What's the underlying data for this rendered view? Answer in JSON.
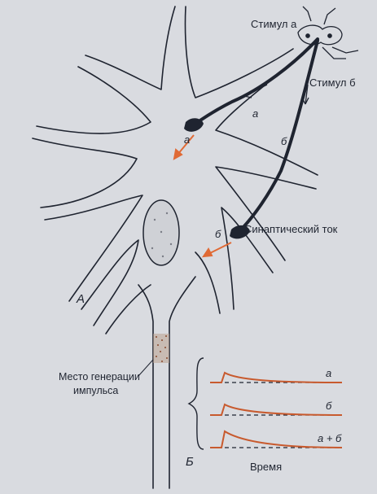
{
  "labels": {
    "stimulus_a": "Стимул а",
    "stimulus_b": "Стимул б",
    "synaptic_current": "Синаптический ток",
    "impulse_site_line1": "Место генерации",
    "impulse_site_line2": "импульса",
    "time": "Время",
    "panel_a": "А",
    "panel_b": "Б",
    "fiber_a": "а",
    "fiber_b": "б",
    "arrow_a": "а",
    "arrow_b": "б",
    "trace_a": "а",
    "trace_b": "б",
    "trace_ab": "а + б"
  },
  "colors": {
    "ink": "#1f2430",
    "accent": "#e06a35",
    "page": "#d9dbe0"
  }
}
